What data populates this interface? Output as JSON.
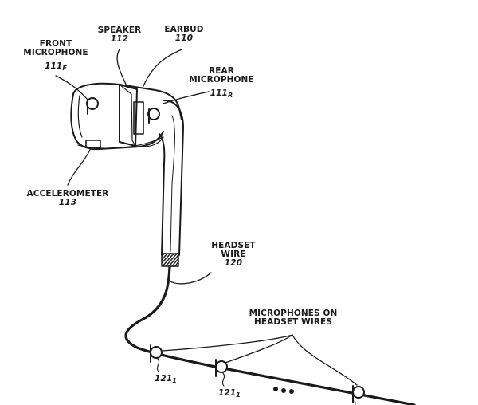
{
  "labels": {
    "front_mic": {
      "line1": "FRONT",
      "line2": "MICROPHONE",
      "ref": "111",
      "ref_sub": "F"
    },
    "speaker": {
      "line1": "SPEAKER",
      "ref": "112"
    },
    "earbud": {
      "line1": "EARBUD",
      "ref": "110"
    },
    "rear_mic": {
      "line1": "REAR",
      "line2": "MICROPHONE",
      "ref": "111",
      "ref_sub": "R"
    },
    "accelerometer": {
      "line1": "ACCELEROMETER",
      "ref": "113"
    },
    "headset_wire": {
      "line1": "HEADSET",
      "line2": "WIRE",
      "ref": "120"
    },
    "mics_on_wires": {
      "line1": "MICROPHONES ON",
      "line2": "HEADSET WIRES"
    },
    "wire_mic_a": {
      "ref": "121",
      "ref_sub": "1"
    },
    "wire_mic_b": {
      "ref": "121",
      "ref_sub": "1"
    }
  },
  "colors": {
    "ink": "#1a1a1a",
    "background": "#ffffff"
  }
}
